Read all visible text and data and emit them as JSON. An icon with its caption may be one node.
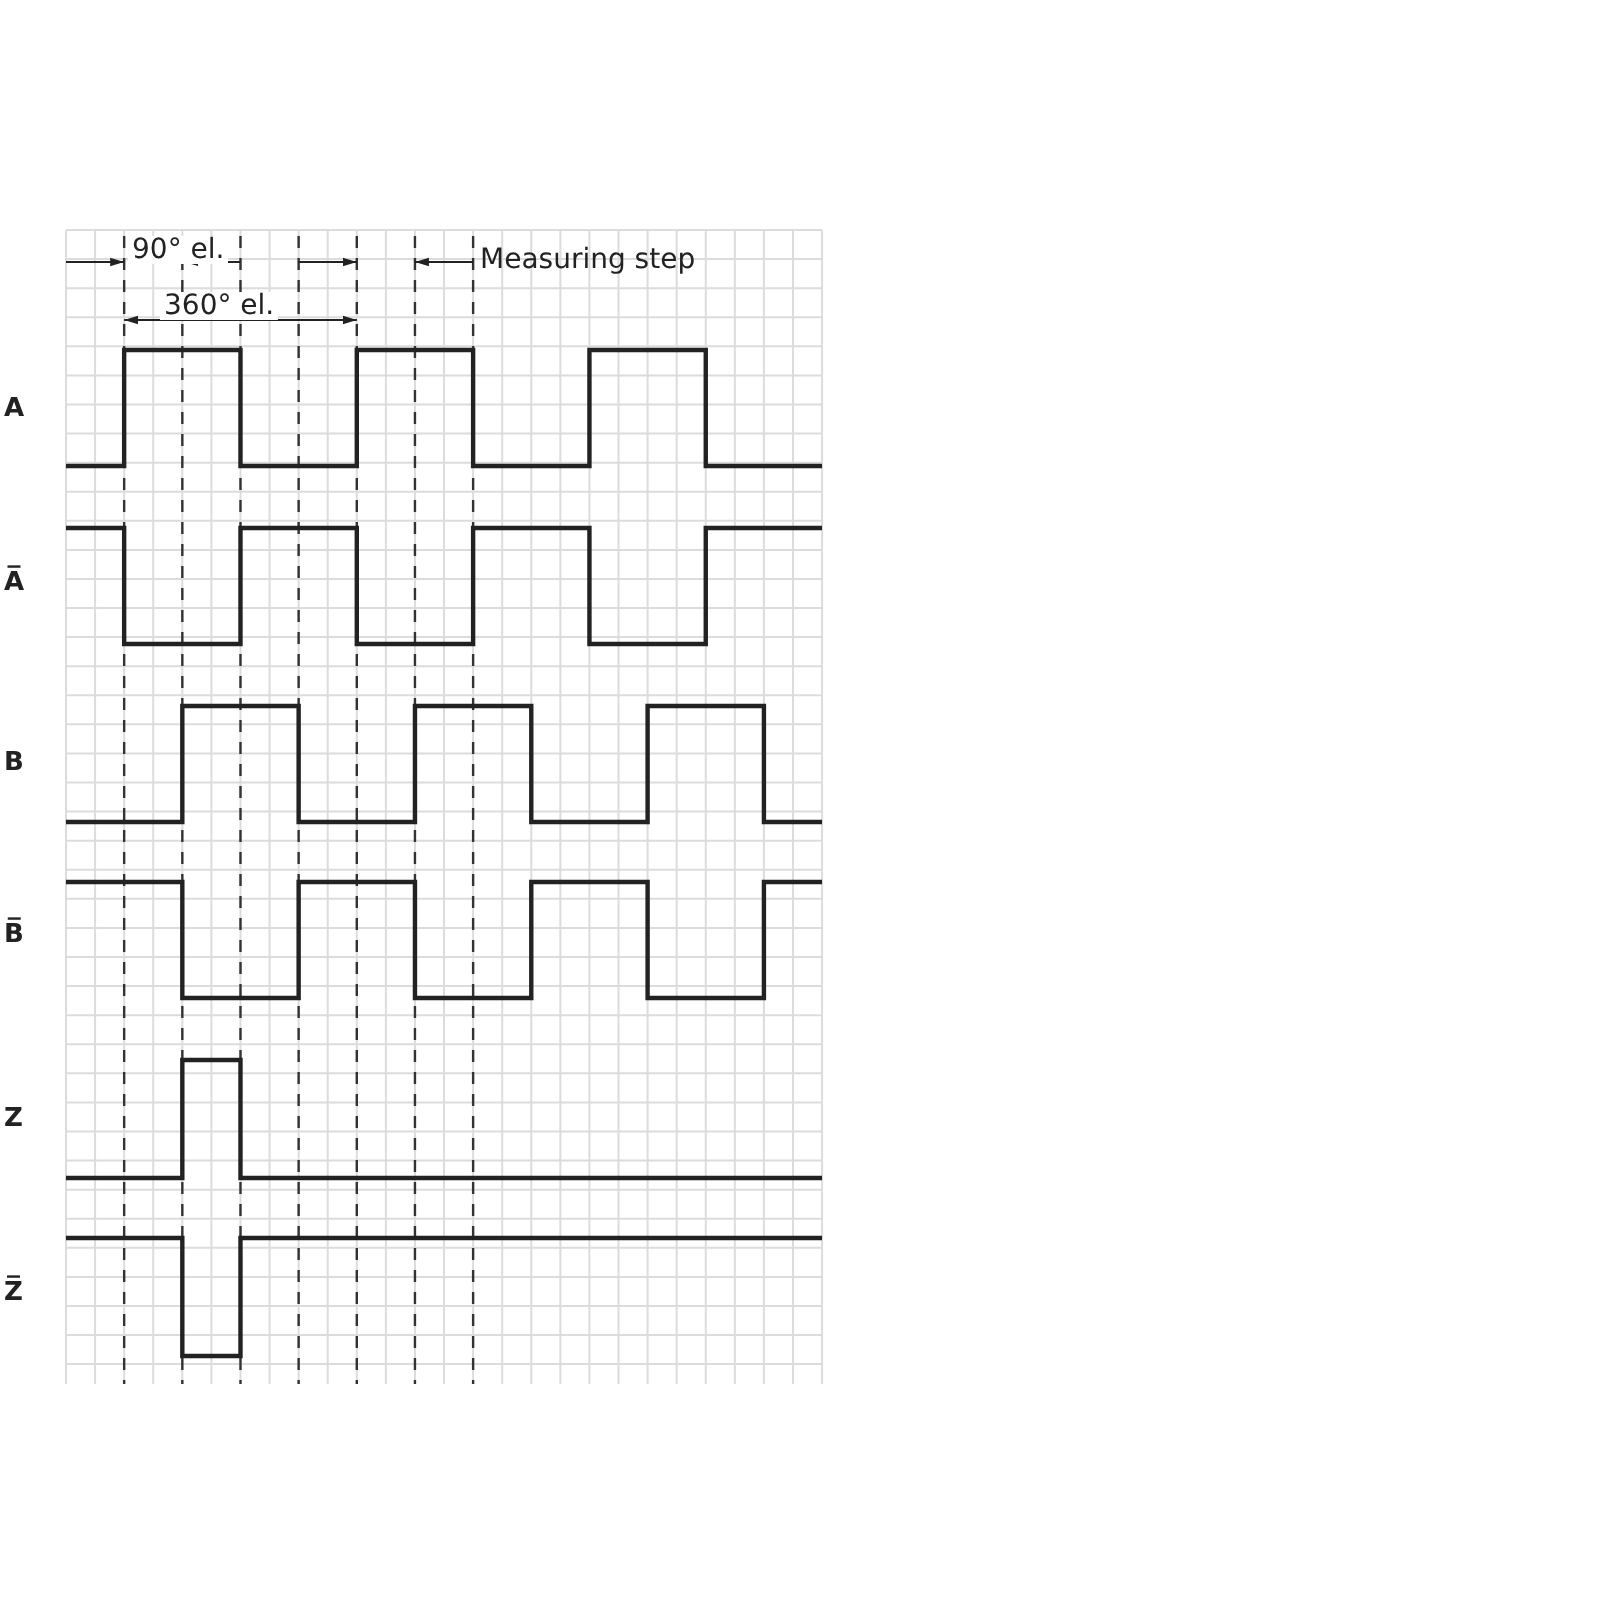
{
  "diagram": {
    "labels": [
      "90° el.",
      "Measuring step",
      "360° el.",
      "A",
      "A̅",
      "B",
      "B̅",
      "Z",
      "Z̅"
    ]
  }
}
